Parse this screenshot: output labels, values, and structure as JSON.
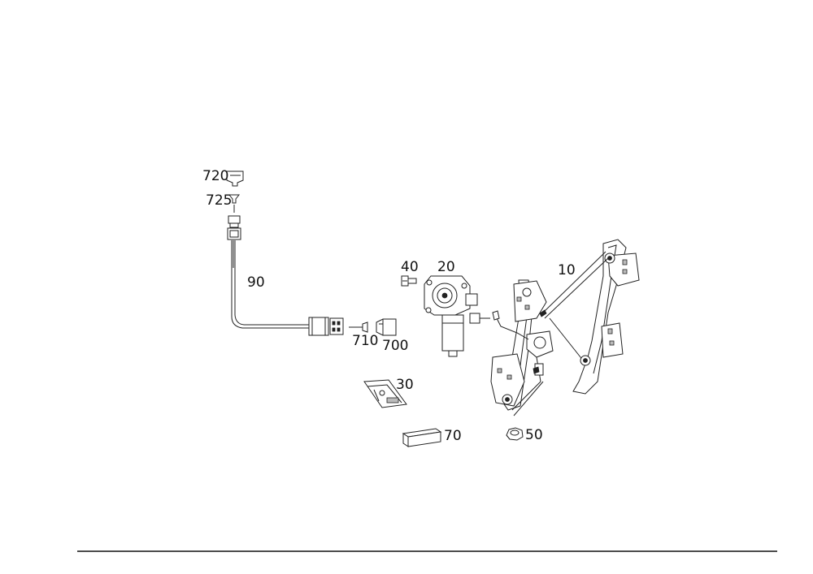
{
  "labels": {
    "p720": "720",
    "p725": "725",
    "p90": "90",
    "p40": "40",
    "p20": "20",
    "p10": "10",
    "p710": "710",
    "p700": "700",
    "p30": "30",
    "p70": "70",
    "p50": "50"
  }
}
